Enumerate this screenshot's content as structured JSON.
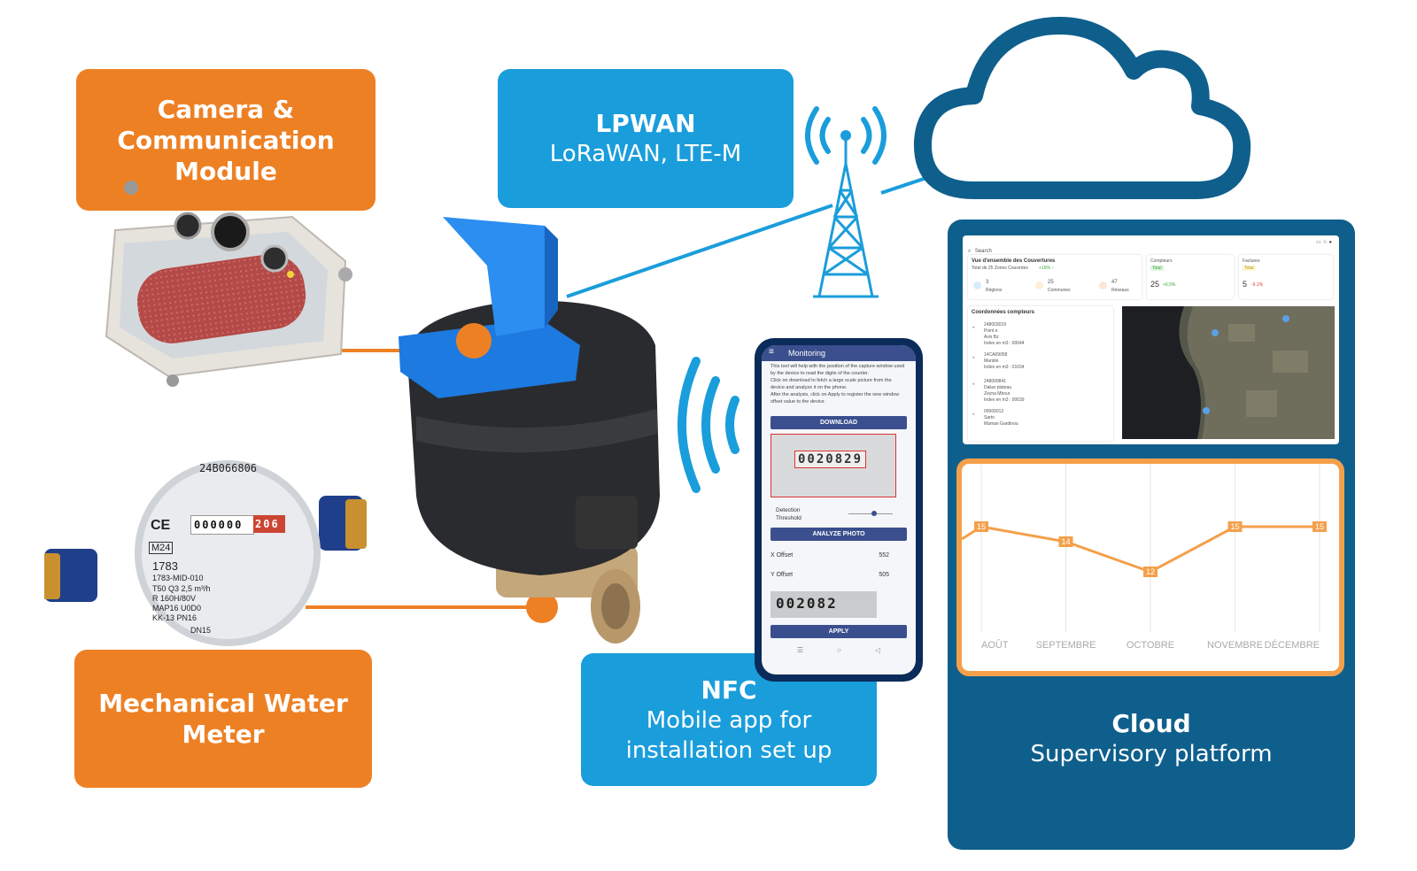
{
  "labels": {
    "camera": "Camera &\nCommunication\nModule",
    "lpwan_title": "LPWAN",
    "lpwan_sub": "LoRaWAN, LTE-M",
    "meter": "Mechanical Water\nMeter",
    "nfc_title": "NFC",
    "nfc_sub": "Mobile app for\ninstallation set up",
    "cloud_title": "Cloud",
    "cloud_sub": "Supervisory platform"
  },
  "colors": {
    "orange": "#ee8024",
    "blue": "#1a9ddb",
    "panel": "#0f5f8c",
    "chart_line": "#f4a04b"
  },
  "meter": {
    "serial": "24B066806",
    "reading": "000000",
    "reading_red": "206",
    "model": "M24",
    "code": "1783",
    "mid": "1783-MID-010",
    "specs": [
      "T50 Q3 2,5 m³/h",
      "R 160H/80V",
      "MAP16 U0D0",
      "KK-13 PN16"
    ],
    "size": "DN15",
    "ce": "CE"
  },
  "phone": {
    "title": "Monitoring",
    "help": "This tool will help with the position of the capture window used by the device to read the digits of the counter.\nClick on download to fetch a large scale picture from the device and analyze it on the phone.\nAfter the analysis, click on Apply to register the new window offset value to the device",
    "download": "DOWNLOAD",
    "counter_digits": "0020829",
    "threshold_label": "Detection\nThreshold",
    "analyze": "ANALYZE PHOTO",
    "x_label": "X Offset",
    "x_value": "552",
    "y_label": "Y Offset",
    "y_value": "505",
    "result_digits": "002082",
    "apply": "APPLY"
  },
  "dashboard": {
    "search": "Search",
    "overview_title": "Vue d'ensemble des Couvertures",
    "overview_sub": "Total de 25 Zones Couvertes",
    "overview_trend": "+16% ↑",
    "regions_n": "3",
    "regions": "Régions",
    "communes_n": "25",
    "communes": "Communes",
    "reseaux_n": "47",
    "reseaux": "Réseaux",
    "compteurs_title": "Compteurs",
    "compteurs_badge": "Total",
    "compteurs_n": "25",
    "compteurs_trend": "+6.5%",
    "factures_title": "Factures",
    "factures_badge": "Total",
    "factures_n": "5",
    "factures_trend": "-9.1%",
    "coords_title": "Coordonnées compteurs",
    "list": [
      {
        "id": "248003019",
        "l1": "Point e",
        "l2": "Avis Bz",
        "l3": "Index en m3 : 00044"
      },
      {
        "id": "14CA09058",
        "l1": "Mariste",
        "l2": "Index en m3 : 01034",
        "l3": ""
      },
      {
        "id": "248000841",
        "l1": "Dakar plateau",
        "l2": "Zeyna Mbour",
        "l3": "Index en m3 : 00039"
      },
      {
        "id": "00000012",
        "l1": "Sarto",
        "l2": "Maman Gardinou",
        "l3": ""
      }
    ]
  },
  "chart_data": {
    "type": "line",
    "categories": [
      "AOÛT",
      "SEPTEMBRE",
      "OCTOBRE",
      "NOVEMBRE",
      "DÉCEMBRE"
    ],
    "values": [
      15,
      14,
      12,
      15,
      15
    ],
    "ylim": [
      8,
      18
    ],
    "data_labels": true,
    "grid": "vertical"
  }
}
